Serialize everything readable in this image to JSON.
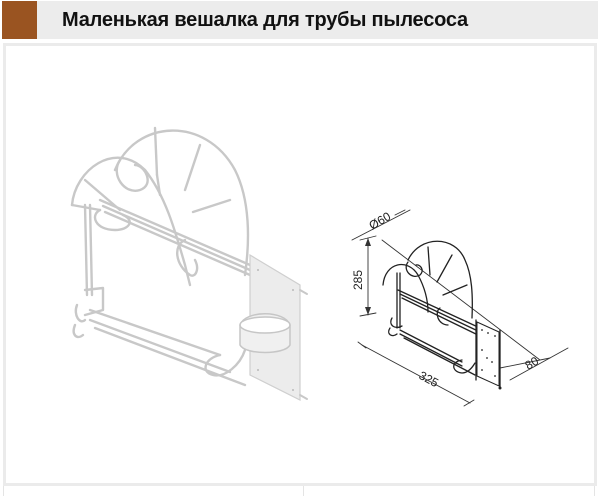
{
  "header": {
    "title": "Маленькая вешалка для трубы пылесоса",
    "accent_color": "#9a5421",
    "background_color": "#ececec"
  },
  "images": {
    "main": {
      "icon": "vacuum-pipe-hanger-render"
    },
    "dimensions": {
      "icon": "vacuum-pipe-hanger-drawing",
      "labels": {
        "diameter": "Ø60",
        "height": "285",
        "width": "325",
        "depth": "80"
      }
    }
  }
}
